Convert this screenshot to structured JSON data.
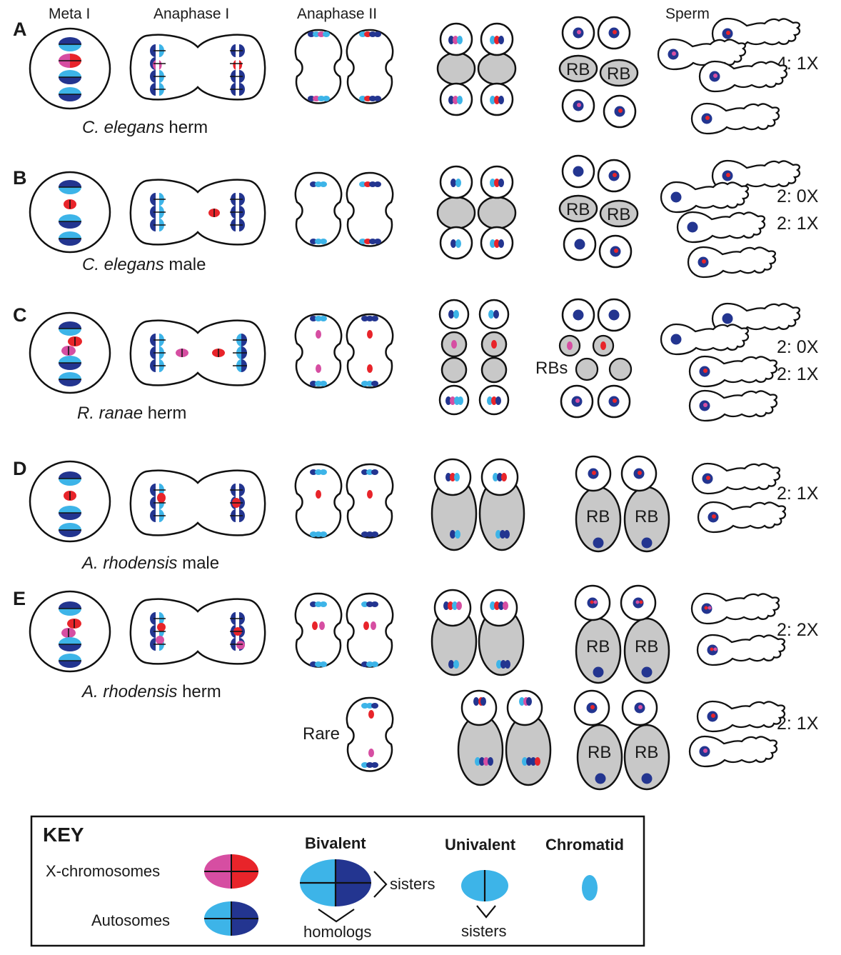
{
  "headers": {
    "meta1": "Meta I",
    "ana1": "Anaphase I",
    "ana2": "Anaphase II",
    "sperm": "Sperm"
  },
  "rows": [
    {
      "letter": "A",
      "genus": "C. elegans",
      "sex": "herm",
      "ratios": [
        "4: 1X"
      ]
    },
    {
      "letter": "B",
      "genus": "C. elegans",
      "sex": "male",
      "ratios": [
        "2: 0X",
        "2: 1X"
      ]
    },
    {
      "letter": "C",
      "genus": "R. ranae",
      "sex": "herm",
      "ratios": [
        "2: 0X",
        "2: 1X"
      ]
    },
    {
      "letter": "D",
      "genus": "A. rhodensis",
      "sex": "male",
      "ratios": [
        "2: 1X"
      ]
    },
    {
      "letter": "E",
      "genus": "A. rhodensis",
      "sex": "herm",
      "ratios": [
        "2: 2X"
      ]
    }
  ],
  "rare": {
    "label": "Rare",
    "ratio": "2: 1X"
  },
  "rb_label": "RB",
  "rbs_label": "RBs",
  "key": {
    "title": "KEY",
    "x_label": "X-chromosomes",
    "auto_label": "Autosomes",
    "bivalent": "Bivalent",
    "univalent": "Univalent",
    "chromatid": "Chromatid",
    "sisters": "sisters",
    "homologs": "homologs"
  },
  "colors": {
    "light_blue": "#3db4e8",
    "dark_blue": "#233590",
    "pink": "#d64ea2",
    "red": "#e8242a",
    "rb_gray": "#c8c8c8"
  }
}
